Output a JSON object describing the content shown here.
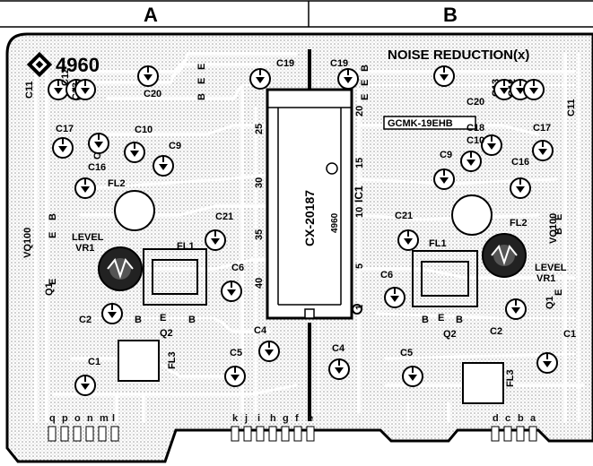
{
  "header": {
    "col_a": "A",
    "col_b": "B"
  },
  "board": {
    "id": "4960",
    "title": "NOISE REDUCTION(x)",
    "board_code": "GCMK-19EHB",
    "ic": {
      "part": "CX-20187",
      "name": "IC1",
      "sub": "4960",
      "pins": [
        "1",
        "5",
        "10",
        "15",
        "20",
        "25",
        "30",
        "35",
        "40"
      ]
    },
    "edge_pins": [
      "q",
      "p",
      "o",
      "n",
      "m",
      "l",
      "k",
      "j",
      "i",
      "h",
      "g",
      "f",
      "e",
      "d",
      "c",
      "b",
      "a"
    ],
    "left": {
      "components": [
        "C11",
        "C12",
        "C13",
        "C17",
        "C18",
        "C10",
        "C9",
        "C16",
        "FL2",
        "C20",
        "C19",
        "C21",
        "FL1",
        "C6",
        "C2",
        "Q2",
        "C1",
        "FL3",
        "C5",
        "C4",
        "VQ100",
        "LEVEL",
        "VR1",
        "Q1"
      ],
      "pin_labels": [
        "B",
        "E",
        "E",
        "B",
        "E",
        "B",
        "B",
        "E",
        "E"
      ]
    },
    "right": {
      "components": [
        "C19",
        "C20",
        "C13",
        "C12",
        "C11",
        "C18",
        "C17",
        "C10",
        "C9",
        "C16",
        "C21",
        "FL1",
        "FL2",
        "VQ100",
        "LEVEL",
        "VR1",
        "C6",
        "C2",
        "Q2",
        "C1",
        "C5",
        "C4",
        "FL3",
        "Q1"
      ],
      "pin_labels": [
        "B",
        "E",
        "E",
        "B",
        "E",
        "B",
        "B",
        "E",
        "E"
      ]
    }
  }
}
